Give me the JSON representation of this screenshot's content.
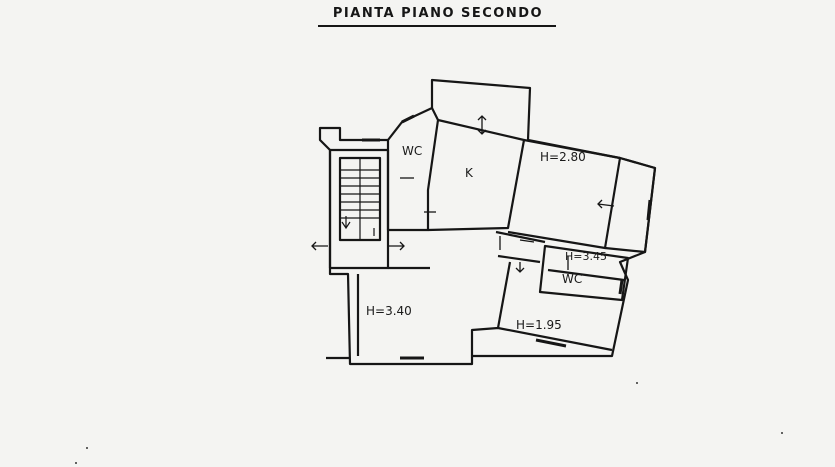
{
  "title": "PIANTA PIANO SECONDO",
  "rooms": {
    "wc_top": "WC",
    "kitchen": "K",
    "room_right": "H=2.80",
    "bath_mid": "H=3.45",
    "wc_mid": "WC",
    "room_bottom": "H=1.95",
    "hall": "H=3.40"
  },
  "colors": {
    "ink": "#161616",
    "paper": "#f4f4f2"
  }
}
